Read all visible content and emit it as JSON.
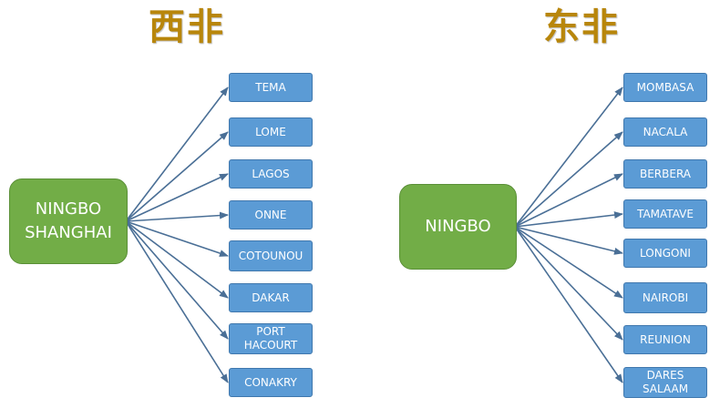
{
  "west": {
    "title": "西非",
    "hub": "NINGBO\nSHANGHAI",
    "ports": [
      "TEMA",
      "LOME",
      "LAGOS",
      "ONNE",
      "COTOUNOU",
      "DAKAR",
      "PORT HACOURT",
      "CONAKRY"
    ]
  },
  "east": {
    "title": "东非",
    "hub": "NINGBO",
    "ports": [
      "MOMBASA",
      "NACALA",
      "BERBERA",
      "TAMATAVE",
      "LONGONI",
      "NAIROBI",
      "REUNION",
      "DARES SALAAM"
    ]
  },
  "colors": {
    "title": "#b8860b",
    "hub_fill": "#72ad47",
    "port_fill": "#5b9bd5",
    "arrow": "#4a6f96"
  }
}
